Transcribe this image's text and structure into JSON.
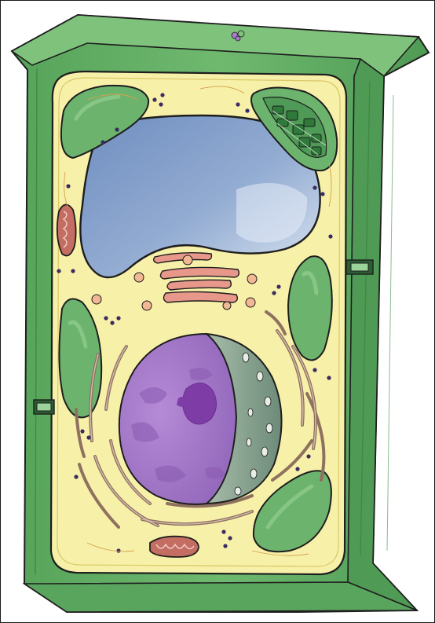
{
  "figure": {
    "kind": "plant-cell-illustration",
    "labels_visible": false,
    "structures": [
      "cell-wall",
      "cell-membrane",
      "cytoplasm",
      "central-vacuole",
      "nucleus",
      "nucleolus",
      "nuclear-envelope",
      "chloroplast",
      "mitochondrion",
      "golgi-apparatus",
      "rough-endoplasmic-reticulum",
      "ribosome",
      "plasmodesma",
      "vesicle"
    ],
    "colors": {
      "cell_wall": "#63ad63",
      "cell_wall_dark": "#4a8f4f",
      "cytoplasm": "#f7f0a8",
      "vacuole": "#8ea6cf",
      "vacuole_highlight": "#d9e3f1",
      "nucleus": "#a77acb",
      "nucleolus": "#7e3ca6",
      "nuclear_envelope": "#7f9886",
      "chloroplast": "#6cb46e",
      "mitochondrion": "#c46d63",
      "golgi": "#e7988a",
      "er": "#b79a88",
      "ribosome": "#3a2b63",
      "outline": "#1e1e1e"
    }
  }
}
